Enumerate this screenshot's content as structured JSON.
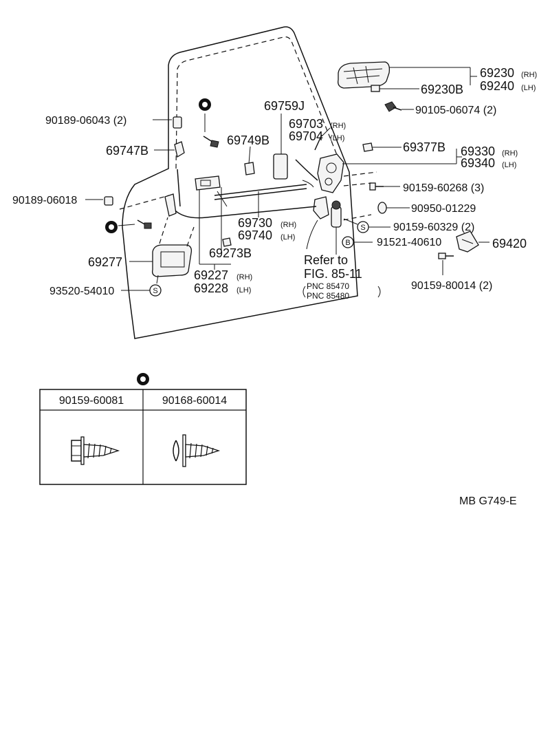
{
  "parts": {
    "p69230": "69230",
    "p69230_side": "(RH)",
    "p69240": "69240",
    "p69240_side": "(LH)",
    "p69230B": "69230B",
    "p90105": "90105-06074 (2)",
    "p69759J": "69759J",
    "p69703": "69703",
    "p69703_side": "(RH)",
    "p69704": "69704",
    "p69704_side": "(LH)",
    "p90189_06043": "90189-06043 (2)",
    "p69747B": "69747B",
    "p69749B": "69749B",
    "p69377B": "69377B",
    "p69330": "69330",
    "p69330_side": "(RH)",
    "p69340": "69340",
    "p69340_side": "(LH)",
    "p90159_60268": "90159-60268 (3)",
    "p90189_06018": "90189-06018",
    "p90950": "90950-01229",
    "p69730": "69730",
    "p69730_side": "(RH)",
    "p69740": "69740",
    "p69740_side": "(LH)",
    "p90159_60329": "90159-60329 (2)",
    "p69273B": "69273B",
    "p91521": "91521-40610",
    "p69420": "69420",
    "p69277": "69277",
    "p69227": "69227",
    "p69227_side": "(RH)",
    "p69228": "69228",
    "p69228_side": "(LH)",
    "p93520": "93520-54010",
    "p90159_80014": "90159-80014 (2)",
    "refer": "Refer to",
    "fig": "FIG. 85-11",
    "pnc1": "PNC 85470",
    "pnc2": "PNC 85480"
  },
  "symbols": {
    "s_letter": "S",
    "b_letter": "B"
  },
  "legend_table": {
    "col1": "90159-60081",
    "col2": "90168-60014"
  },
  "footer": {
    "code": "MB  G749-E"
  }
}
